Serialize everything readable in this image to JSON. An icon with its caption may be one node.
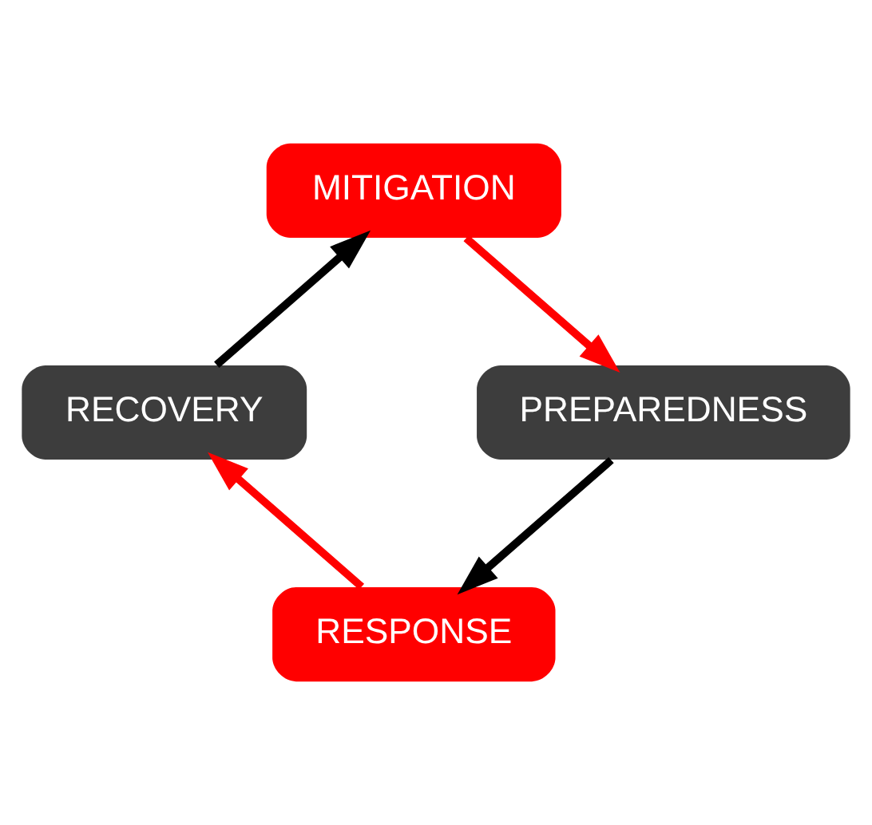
{
  "diagram": {
    "nodes": [
      {
        "text": [
          "MITIGATION"
        ]
      },
      {
        "text": [
          "PREPAREDNESS"
        ]
      },
      {
        "text": [
          "RESPONSE"
        ]
      },
      {
        "text": [
          "RECOVERY"
        ]
      }
    ],
    "edges": [
      {
        "from": 0,
        "to": 1,
        "arrow": "to",
        "color": "#ff0000"
      },
      {
        "from": 1,
        "to": 2,
        "arrow": "to",
        "color": "#000000"
      },
      {
        "from": 2,
        "to": 3,
        "arrow": "to",
        "color": "#ff0000"
      },
      {
        "from": 3,
        "to": 0,
        "arrow": "to",
        "color": "#000000"
      }
    ]
  }
}
